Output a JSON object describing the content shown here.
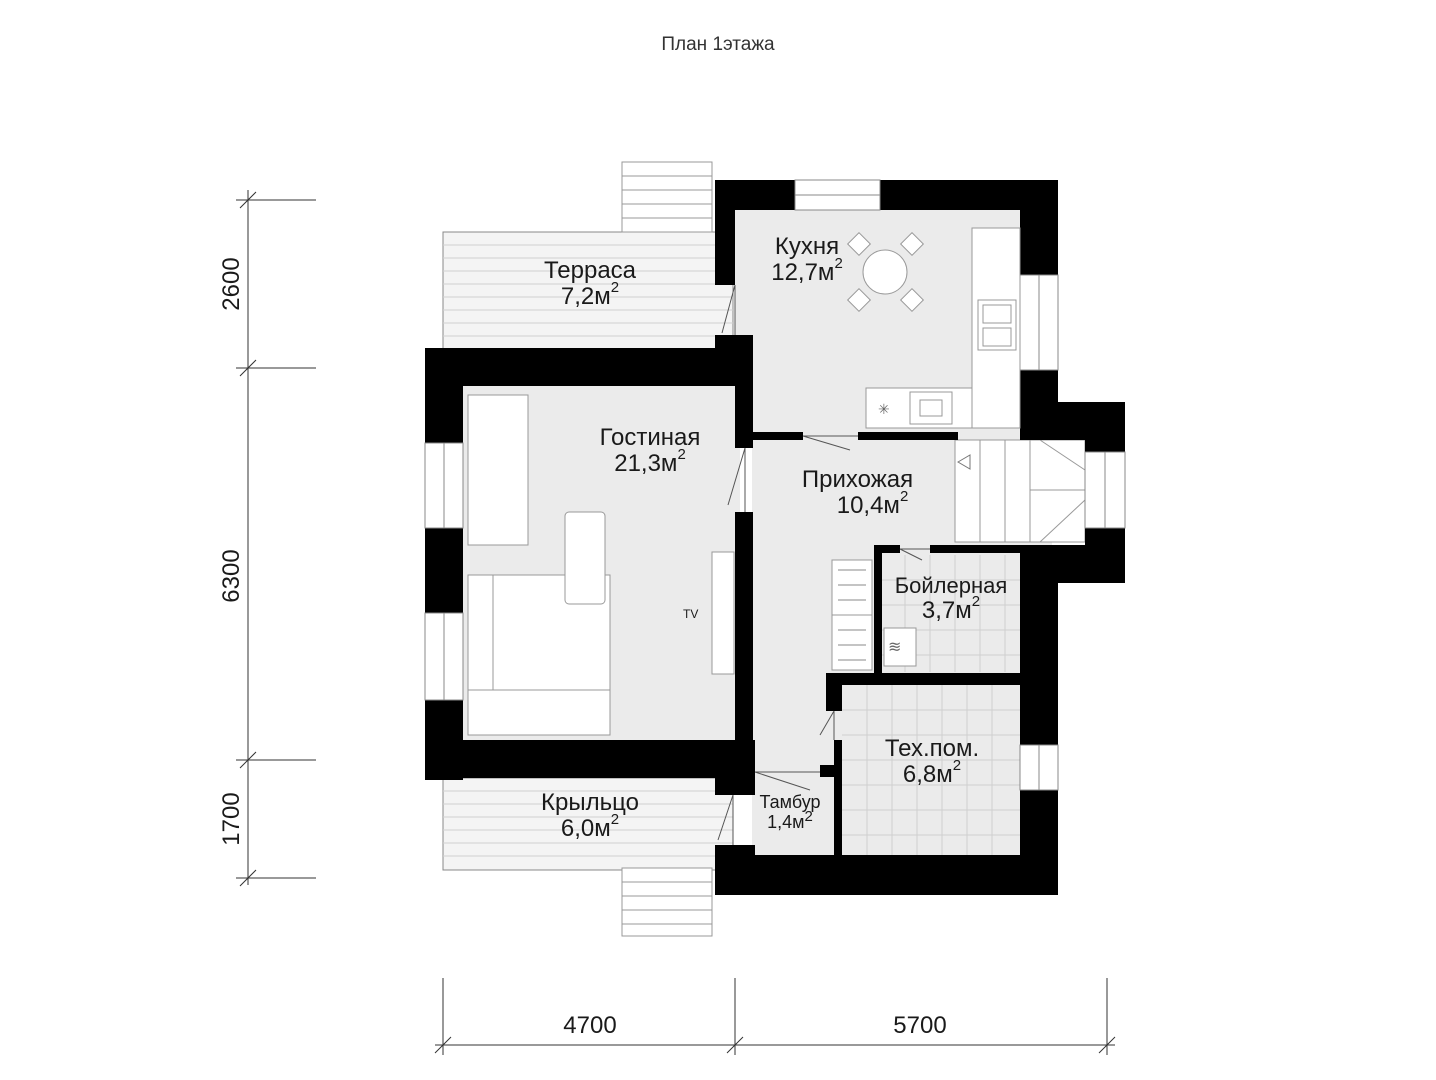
{
  "title": "План 1этажа",
  "rooms": {
    "terrace": {
      "name": "Терраса",
      "area": "7,2м",
      "sup": "2"
    },
    "kitchen": {
      "name": "Кухня",
      "area": "12,7м",
      "sup": "2"
    },
    "living": {
      "name": "Гостиная",
      "area": "21,3м",
      "sup": "2"
    },
    "hall": {
      "name": "Прихожая",
      "area": "10,4м",
      "sup": "2"
    },
    "boiler": {
      "name": "Бойлерная",
      "area": "3,7м",
      "sup": "2"
    },
    "tech": {
      "name": "Тех.пом.",
      "area": "6,8м",
      "sup": "2"
    },
    "porch": {
      "name": "Крыльцо",
      "area": "6,0м",
      "sup": "2"
    },
    "vestibule": {
      "name": "Тамбур",
      "area": "1,4м",
      "sup": "2"
    }
  },
  "tv_label": "TV",
  "dimensions": {
    "left": [
      "2600",
      "6300",
      "1700"
    ],
    "bottom": [
      "4700",
      "5700"
    ]
  },
  "colors": {
    "wall": "#000000",
    "floor": "#ebebeb",
    "deck": "#f4f4f4",
    "line": "#444444"
  }
}
